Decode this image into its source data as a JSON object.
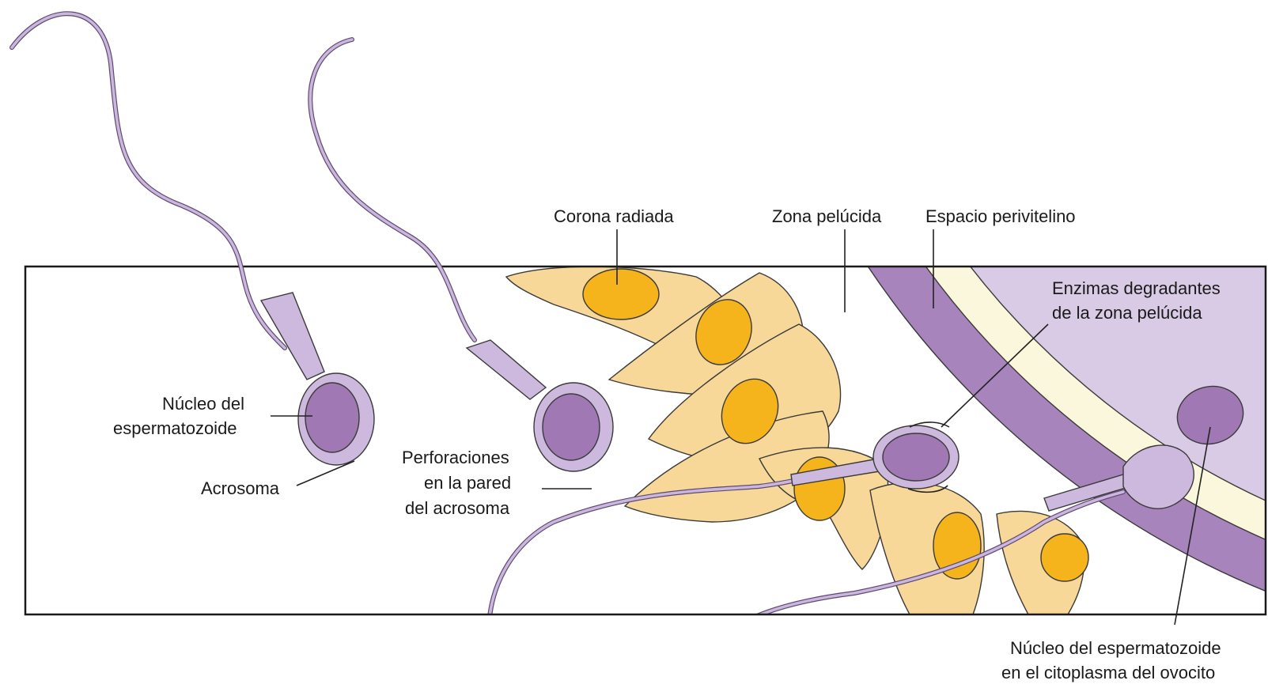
{
  "labels": {
    "corona": "Corona radiada",
    "zona": "Zona pelúcida",
    "espacio": "Espacio perivitelino",
    "enzimas_1": "Enzimas degradantes",
    "enzimas_2": "de la zona pelúcida",
    "nucleo_1": "Núcleo del",
    "nucleo_2": "espermatozoide",
    "acrosoma": "Acrosoma",
    "perforaciones_1": "Perforaciones",
    "perforaciones_2": "en la pared",
    "perforaciones_3": "del acrosoma",
    "nucleo_ovocito_1": "Núcleo del espermatozoide",
    "nucleo_ovocito_2": "en el citoplasma del ovocito"
  },
  "colors": {
    "corona_cell": "#f8d898",
    "corona_nucleus": "#f5b41c",
    "zona_pelucida": "#a884bc",
    "espacio_perivitelino": "#fbf7dc",
    "citoplasma": "#d9cae6",
    "sperm_body": "#cdb8de",
    "sperm_nucleus": "#9f78b4"
  }
}
